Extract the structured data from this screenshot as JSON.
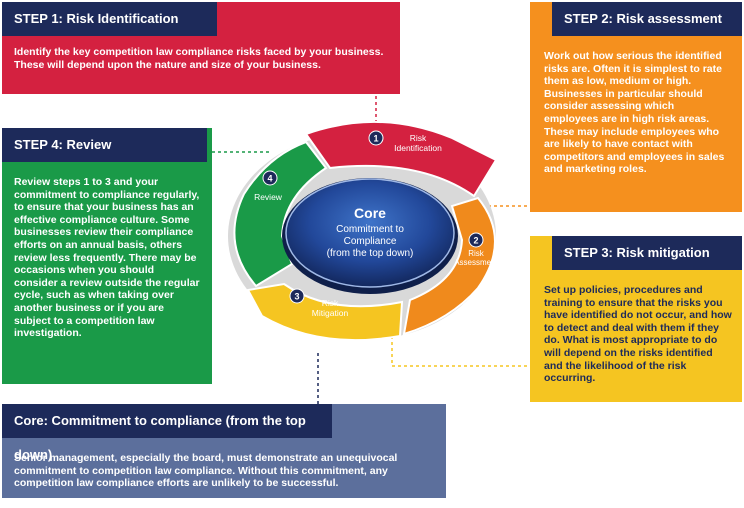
{
  "step1": {
    "title": "STEP 1: Risk  Identification",
    "text": "Identify the key competition law compliance risks faced by your business. These will depend upon the nature and size of your business."
  },
  "step2": {
    "title": "STEP 2: Risk assessment",
    "text": "Work out how serious the identified risks are. Often it is simplest to rate them as low, medium or high. Businesses in particular should consider assessing which employees are in high risk areas. These may include employees who are likely to have contact with competitors and employees in sales and marketing roles."
  },
  "step3": {
    "title": "STEP 3: Risk mitigation",
    "text": "Set up policies, procedures and training to ensure that the risks you have identified do not occur, and how to detect and deal with them if they do. What is most appropriate to do will depend on the risks identified and the likelihood of the risk occurring."
  },
  "step4": {
    "title": "STEP 4: Review",
    "text": "Review steps 1 to 3 and your commitment to compliance regularly, to ensure that your business has an effective compliance culture.  Some businesses review their compliance efforts on an annual basis, others review less frequently.  There may be occasions when you should consider a review outside the regular cycle, such as when taking over another business or if you are subject to a competition law investigation."
  },
  "core_box": {
    "title": "Core: Commitment to compliance (from the top down)",
    "text": "Senior management, especially the board, must demonstrate an unequivocal commitment to competition law compliance. Without this commitment, any competition law compliance efforts are unlikely to be successful."
  },
  "cycle": {
    "core_title": "Core",
    "core_line1": "Commitment to",
    "core_line2": "Compliance",
    "core_line3": "(from the top down)",
    "seg1_num": "1",
    "seg1_line1": "Risk",
    "seg1_line2": "Identification",
    "seg2_num": "2",
    "seg2_line1": "Risk",
    "seg2_line2": "Assessment",
    "seg3_num": "3",
    "seg3_line1": "Risk",
    "seg3_line2": "Mitigation",
    "seg4_num": "4",
    "seg4_line1": "Review"
  },
  "colors": {
    "navy": "#1d2a5a",
    "red": "#d42140",
    "orange": "#f5901e",
    "yellow": "#f5c521",
    "green": "#1a9a48",
    "slate": "#5c6f9c",
    "core_blue": "#2a56a8"
  }
}
